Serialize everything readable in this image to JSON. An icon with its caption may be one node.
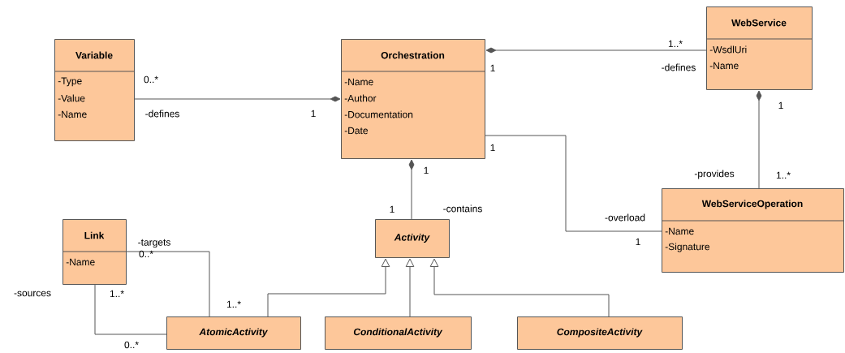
{
  "diagram": {
    "nodes": [
      {
        "text": [
          "Variable",
          "-Type",
          "-Value",
          "-Name"
        ]
      },
      {
        "text": [
          "Orchestration",
          "-Name",
          "-Author",
          "-Documentation",
          "-Date"
        ]
      },
      {
        "text": [
          "WebService",
          "-WsdlUri",
          "-Name"
        ]
      },
      {
        "text": [
          "WebServiceOperation",
          "-Name",
          "-Signature"
        ]
      },
      {
        "text": [
          "Link",
          "-Name"
        ]
      },
      {
        "text": [
          "Activity"
        ]
      },
      {
        "text": [
          "AtomicActivity"
        ]
      },
      {
        "text": [
          "ConditionalActivity"
        ]
      },
      {
        "text": [
          "CompositeActivity"
        ]
      }
    ],
    "edges": [
      {
        "from": 0,
        "to": 1,
        "arrow": "other",
        "label": "-defines"
      },
      {
        "from": 2,
        "to": 1,
        "arrow": "other",
        "label": "-defines"
      },
      {
        "from": 3,
        "to": 2,
        "arrow": "other",
        "label": "-provides"
      },
      {
        "from": 1,
        "to": 3,
        "arrow": "none",
        "label": "-overload"
      },
      {
        "from": 5,
        "to": 1,
        "arrow": "other",
        "label": "-contains"
      },
      {
        "from": 4,
        "to": 6,
        "arrow": "none",
        "label": "-targets"
      },
      {
        "from": 4,
        "to": 6,
        "arrow": "none",
        "label": "-sources"
      },
      {
        "from": 6,
        "to": 5,
        "arrow": "to"
      },
      {
        "from": 7,
        "to": 5,
        "arrow": "to"
      },
      {
        "from": 8,
        "to": 5,
        "arrow": "to"
      }
    ],
    "labels": [
      "1..*",
      "1",
      "0..*",
      "1",
      "1",
      "1",
      "1",
      "1..*",
      "1",
      "1",
      "0..*",
      "1..*",
      "1..*",
      "0..*"
    ]
  }
}
